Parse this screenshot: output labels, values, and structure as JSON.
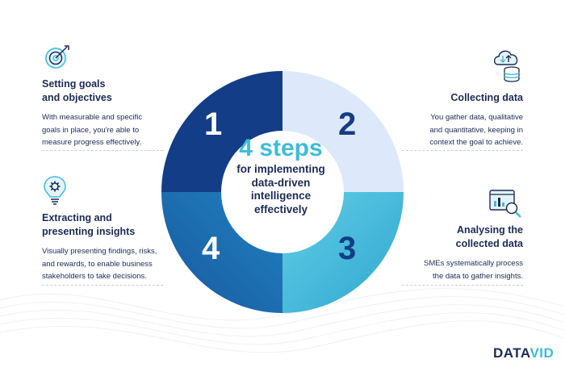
{
  "center": {
    "headline": "4 steps",
    "subtitle": "for implementing\ndata-driven\nintelligence\neffectively"
  },
  "steps": [
    {
      "number": "1",
      "title": "Setting goals\nand objectives",
      "description": "With measurable and specific\ngoals in place, you're able to\nmeasure progress effectively.",
      "icon": "target-icon"
    },
    {
      "number": "2",
      "title": "Collecting data",
      "description": "You gather data, qualitative\nand quantitative, keeping in\ncontext the goal to achieve.",
      "icon": "cloud-database-icon"
    },
    {
      "number": "3",
      "title": "Analysing the\ncollected data",
      "description": "SMEs systematically process\nthe data to gather insights.",
      "icon": "analytics-magnifier-icon"
    },
    {
      "number": "4",
      "title": "Extracting and\npresenting insights",
      "description": "Visually presenting findings, risks,\nand rewards, to enable business\nstakeholders to take decisions.",
      "icon": "lightbulb-gear-icon"
    }
  ],
  "logo": {
    "part1": "DATA",
    "part2": "VID"
  },
  "colors": {
    "navy": "#133d86",
    "light_blue": "#dde9fb",
    "cyan": "#40bcd8",
    "text": "#1c2b57"
  }
}
